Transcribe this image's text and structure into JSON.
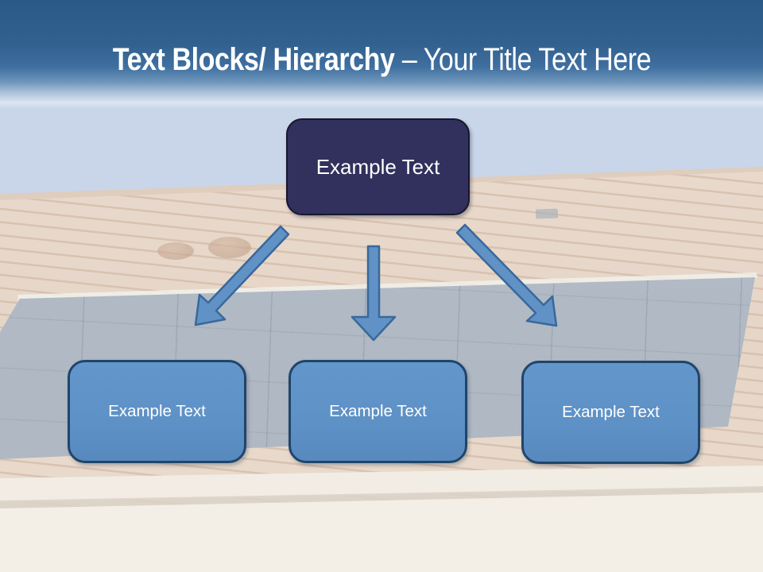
{
  "slide": {
    "title": {
      "bold": "Text Blocks/ Hierarchy",
      "regular": "– Your Title Text Here"
    },
    "diagram": {
      "root": {
        "label": "Example Text"
      },
      "children": [
        {
          "label": "Example Text"
        },
        {
          "label": "Example Text"
        },
        {
          "label": "Example Text"
        }
      ]
    },
    "icons": {
      "left": "arrow-down-left",
      "middle": "arrow-down",
      "right": "arrow-down-right"
    },
    "colors": {
      "header-top": "#2B5987",
      "header-mid": "#3F6FA0",
      "title-text": "#FFFFFF",
      "root-fill": "#32305C",
      "root-border": "#17172F",
      "child-fill": "#5E91C6",
      "child-border": "#20456A",
      "arrow-fill": "#6092C5",
      "arrow-stroke": "#39689B",
      "box-text": "#FFFFFF"
    }
  }
}
